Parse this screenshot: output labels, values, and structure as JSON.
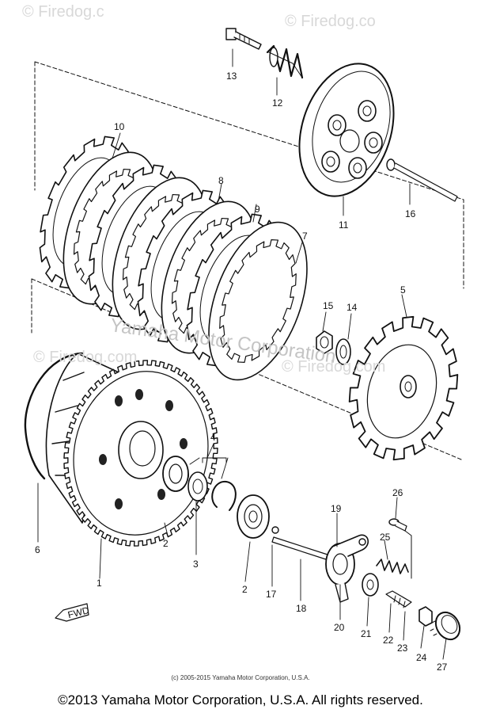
{
  "watermarks": [
    "© Firedog.c",
    "© Firedog.co",
    "© Firedog.com",
    "© Firedog.com",
    "Yamaha Motor Corporation"
  ],
  "callouts": [
    "13",
    "12",
    "10",
    "8",
    "9",
    "7",
    "11",
    "16",
    "15",
    "14",
    "5",
    "4",
    "6",
    "2",
    "3",
    "1",
    "2",
    "17",
    "18",
    "19",
    "20",
    "21",
    "22",
    "23",
    "24",
    "25",
    "26",
    "27"
  ],
  "fwd_label": "FWD",
  "inner_copyright": "(c) 2005-2015 Yamaha Motor Corporation, U.S.A.",
  "copyright": "©2013 Yamaha Motor Corporation, U.S.A. All rights reserved."
}
